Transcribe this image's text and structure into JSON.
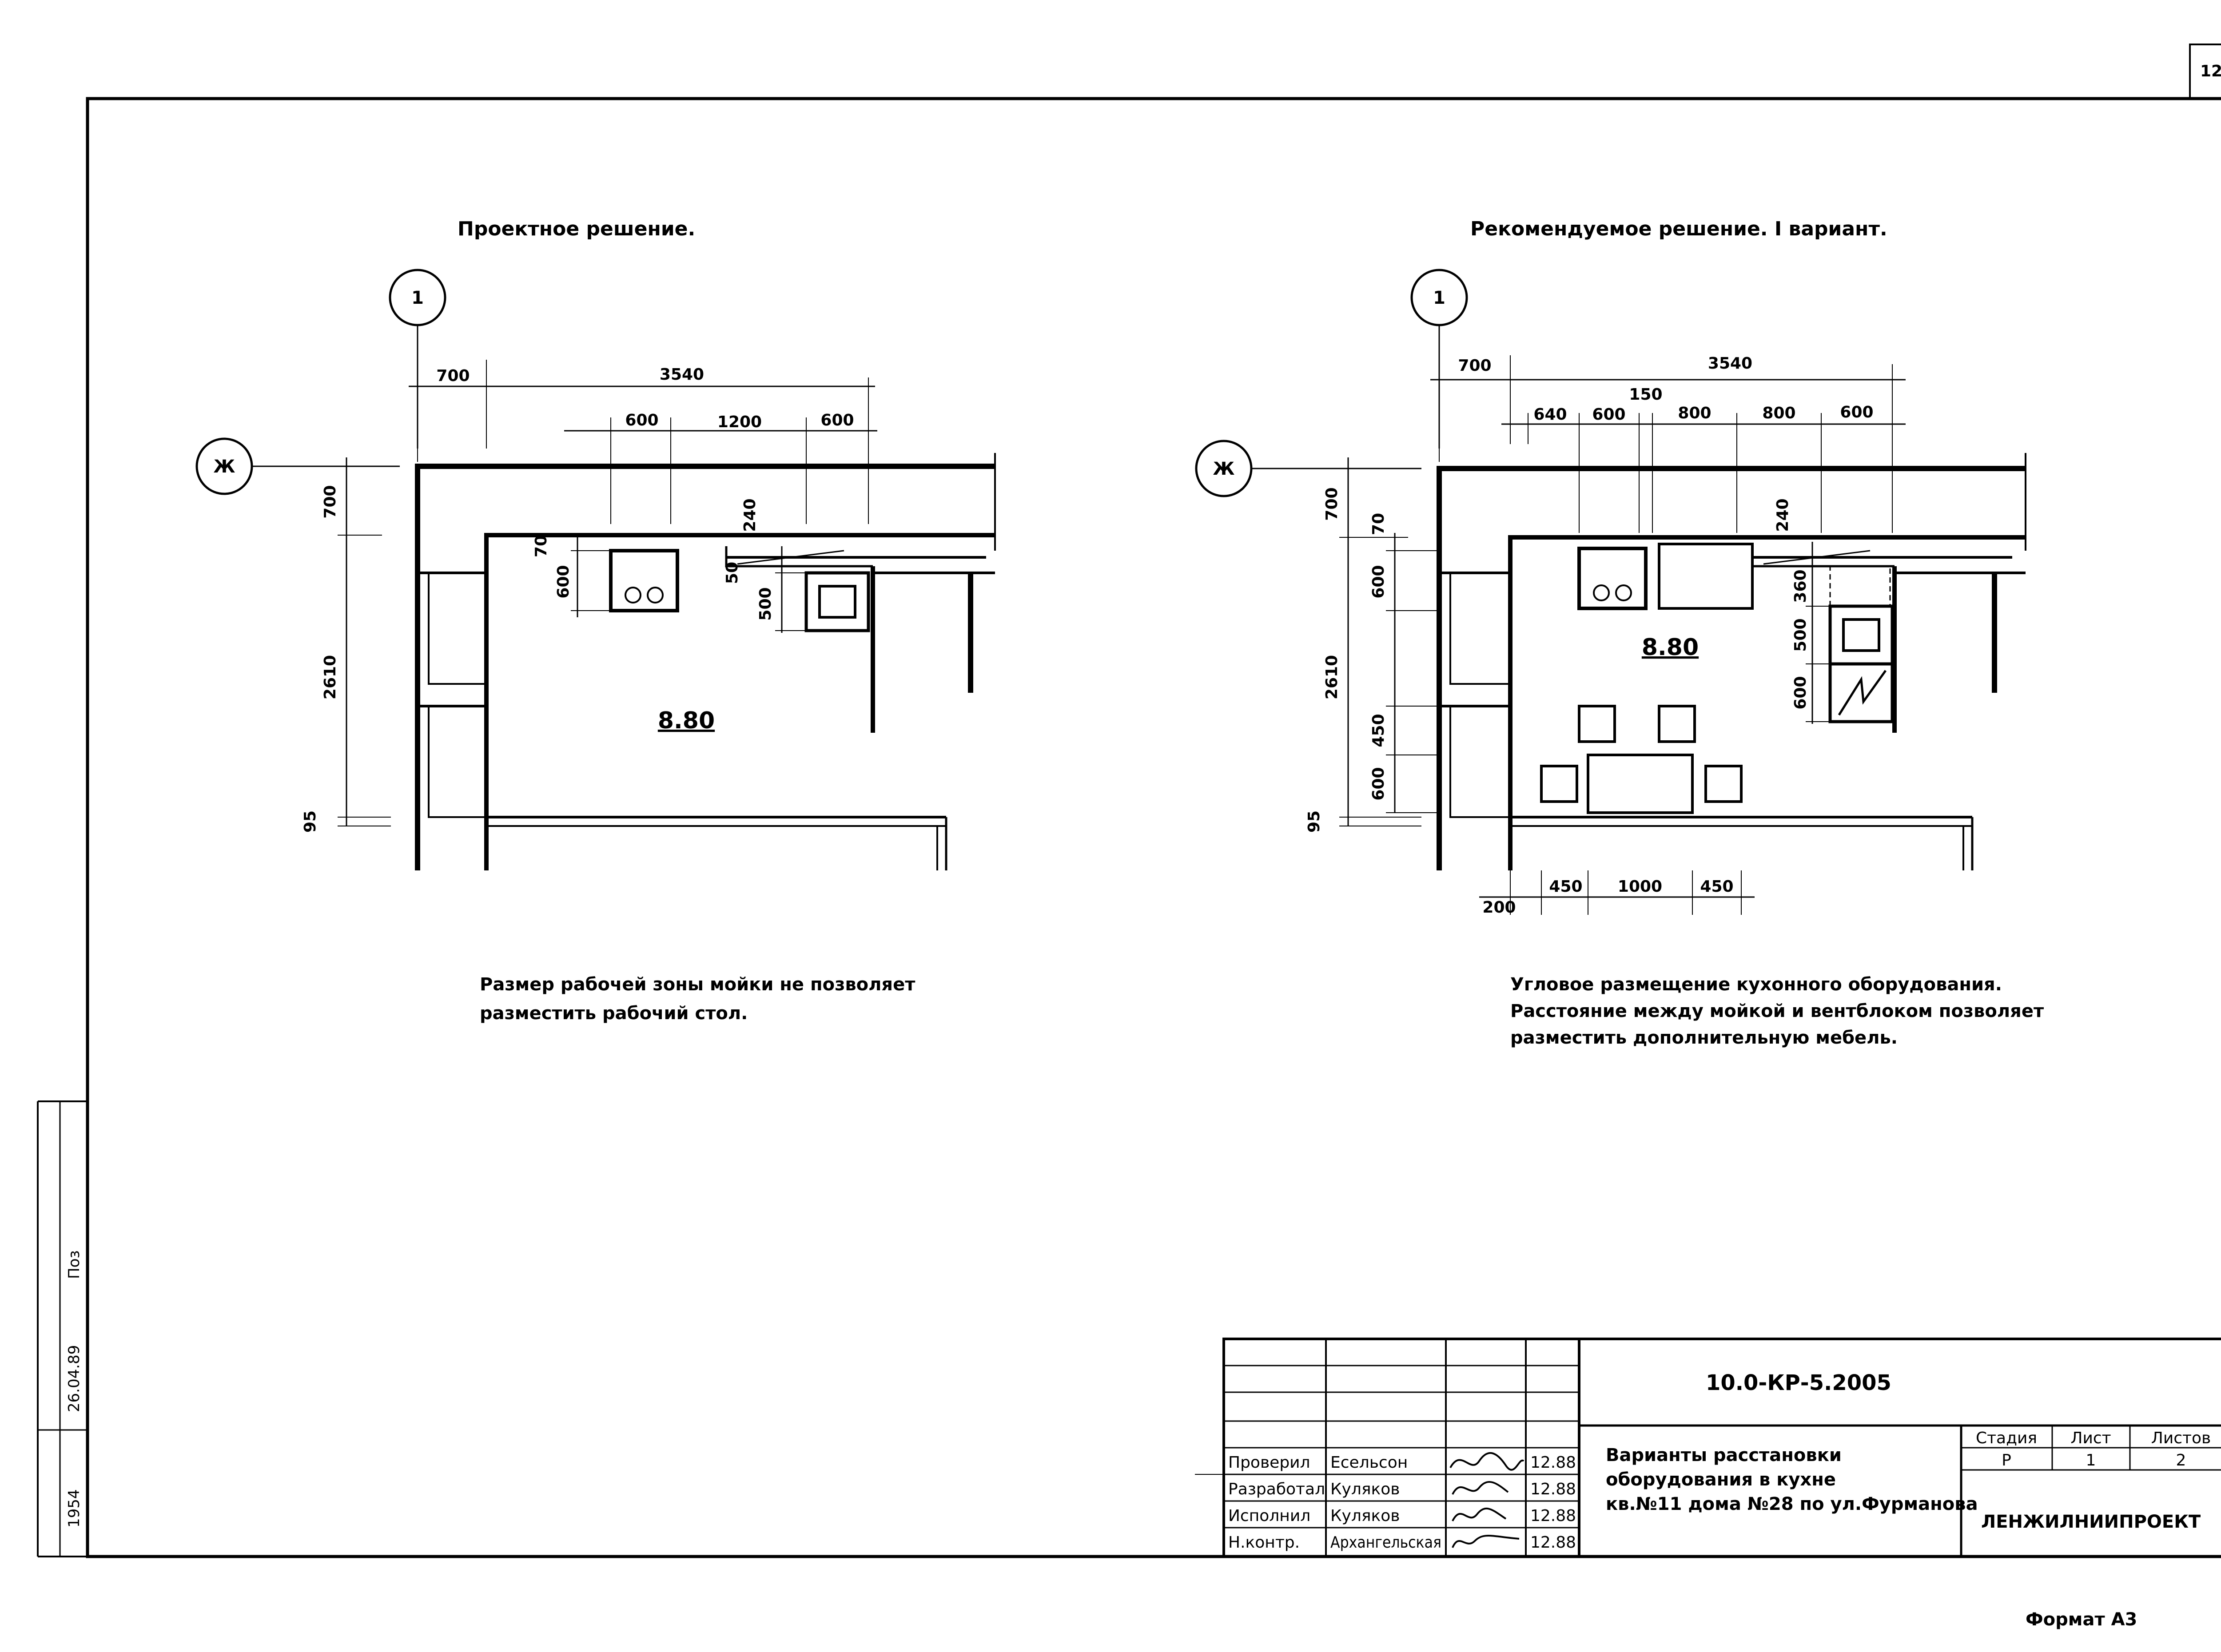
{
  "sheet": {
    "page_number": "12",
    "format_label": "Формат А3",
    "left_strip_numbers": [
      "1954",
      "26.04.89",
      "Поз"
    ]
  },
  "plans": [
    {
      "heading": "Проектное решение.",
      "axis_labels": [
        "1",
        "Ж"
      ],
      "area": "8.80",
      "dims_top": [
        "700",
        "3540",
        "600",
        "1200",
        "600"
      ],
      "dims_left": [
        "700",
        "2610",
        "95"
      ],
      "dims_inner": [
        "70",
        "600",
        "240",
        "50",
        "500"
      ],
      "note_lines": [
        "Размер рабочей зоны мойки не позволяет",
        "разместить рабочий стол."
      ]
    },
    {
      "heading": "Рекомендуемое решение. I вариант.",
      "axis_labels": [
        "1",
        "Ж"
      ],
      "area": "8.80",
      "dims_top": [
        "700",
        "3540",
        "640",
        "600",
        "150",
        "800",
        "800",
        "600"
      ],
      "dims_left": [
        "700",
        "2610",
        "95",
        "600",
        "450",
        "600"
      ],
      "dims_inner": [
        "70",
        "240",
        "360",
        "500",
        "600"
      ],
      "dims_bottom": [
        "200",
        "450",
        "1000",
        "450"
      ],
      "note_lines": [
        "Угловое размещение кухонного оборудования.",
        "Расстояние между мойкой и вентблоком позволяет",
        "разместить дополнительную мебель."
      ]
    }
  ],
  "title_block": {
    "code": "10.0-КР-5.2005",
    "title_lines": [
      "Варианты расстановки",
      "оборудования в кухне",
      "кв.№11 дома №28 по ул.Фурманова"
    ],
    "org": "ЛЕНЖИЛНИИПРОЕКТ",
    "stage_header": [
      "Стадия",
      "Лист",
      "Листов"
    ],
    "stage_values": [
      "Р",
      "1",
      "2"
    ],
    "signatures": [
      {
        "role": "Проверил",
        "name": "Есельсон",
        "date": "12.88"
      },
      {
        "role": "Разработал",
        "name": "Куляков",
        "date": "12.88"
      },
      {
        "role": "Исполнил",
        "name": "Куляков",
        "date": "12.88"
      },
      {
        "role": "Н.контр.",
        "name": "Архангельская",
        "date": "12.88"
      }
    ]
  }
}
